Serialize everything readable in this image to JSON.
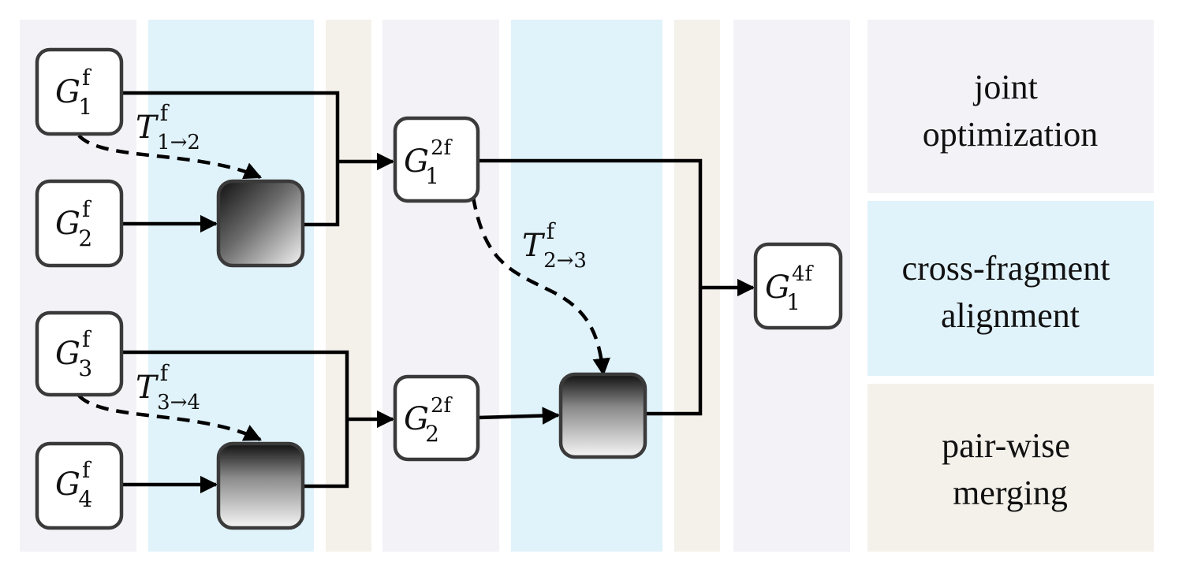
{
  "colors": {
    "joint": "#f2f2f7",
    "cross": "#e0f2fa",
    "pair": "#f4f1ea",
    "node_stroke": "#3a3a3a",
    "edge": "#000000"
  },
  "nodes": {
    "g1f": {
      "base": "G",
      "sup": "f",
      "sub": "1"
    },
    "g2f": {
      "base": "G",
      "sup": "f",
      "sub": "2"
    },
    "g3f": {
      "base": "G",
      "sup": "f",
      "sub": "3"
    },
    "g4f": {
      "base": "G",
      "sup": "f",
      "sub": "4"
    },
    "g1_2f": {
      "base": "G",
      "sup": "2f",
      "sub": "1"
    },
    "g2_2f": {
      "base": "G",
      "sup": "2f",
      "sub": "2"
    },
    "g1_4f": {
      "base": "G",
      "sup": "4f",
      "sub": "1"
    }
  },
  "transforms": {
    "t12": {
      "base": "T",
      "sup": "f",
      "sub": "1→2"
    },
    "t23": {
      "base": "T",
      "sup": "f",
      "sub": "2→3"
    },
    "t34": {
      "base": "T",
      "sup": "f",
      "sub": "3→4"
    }
  },
  "legend": {
    "joint": [
      "joint",
      "optimization"
    ],
    "cross": [
      "cross-fragment",
      "alignment"
    ],
    "pair": [
      "pair-wise",
      "merging"
    ]
  }
}
